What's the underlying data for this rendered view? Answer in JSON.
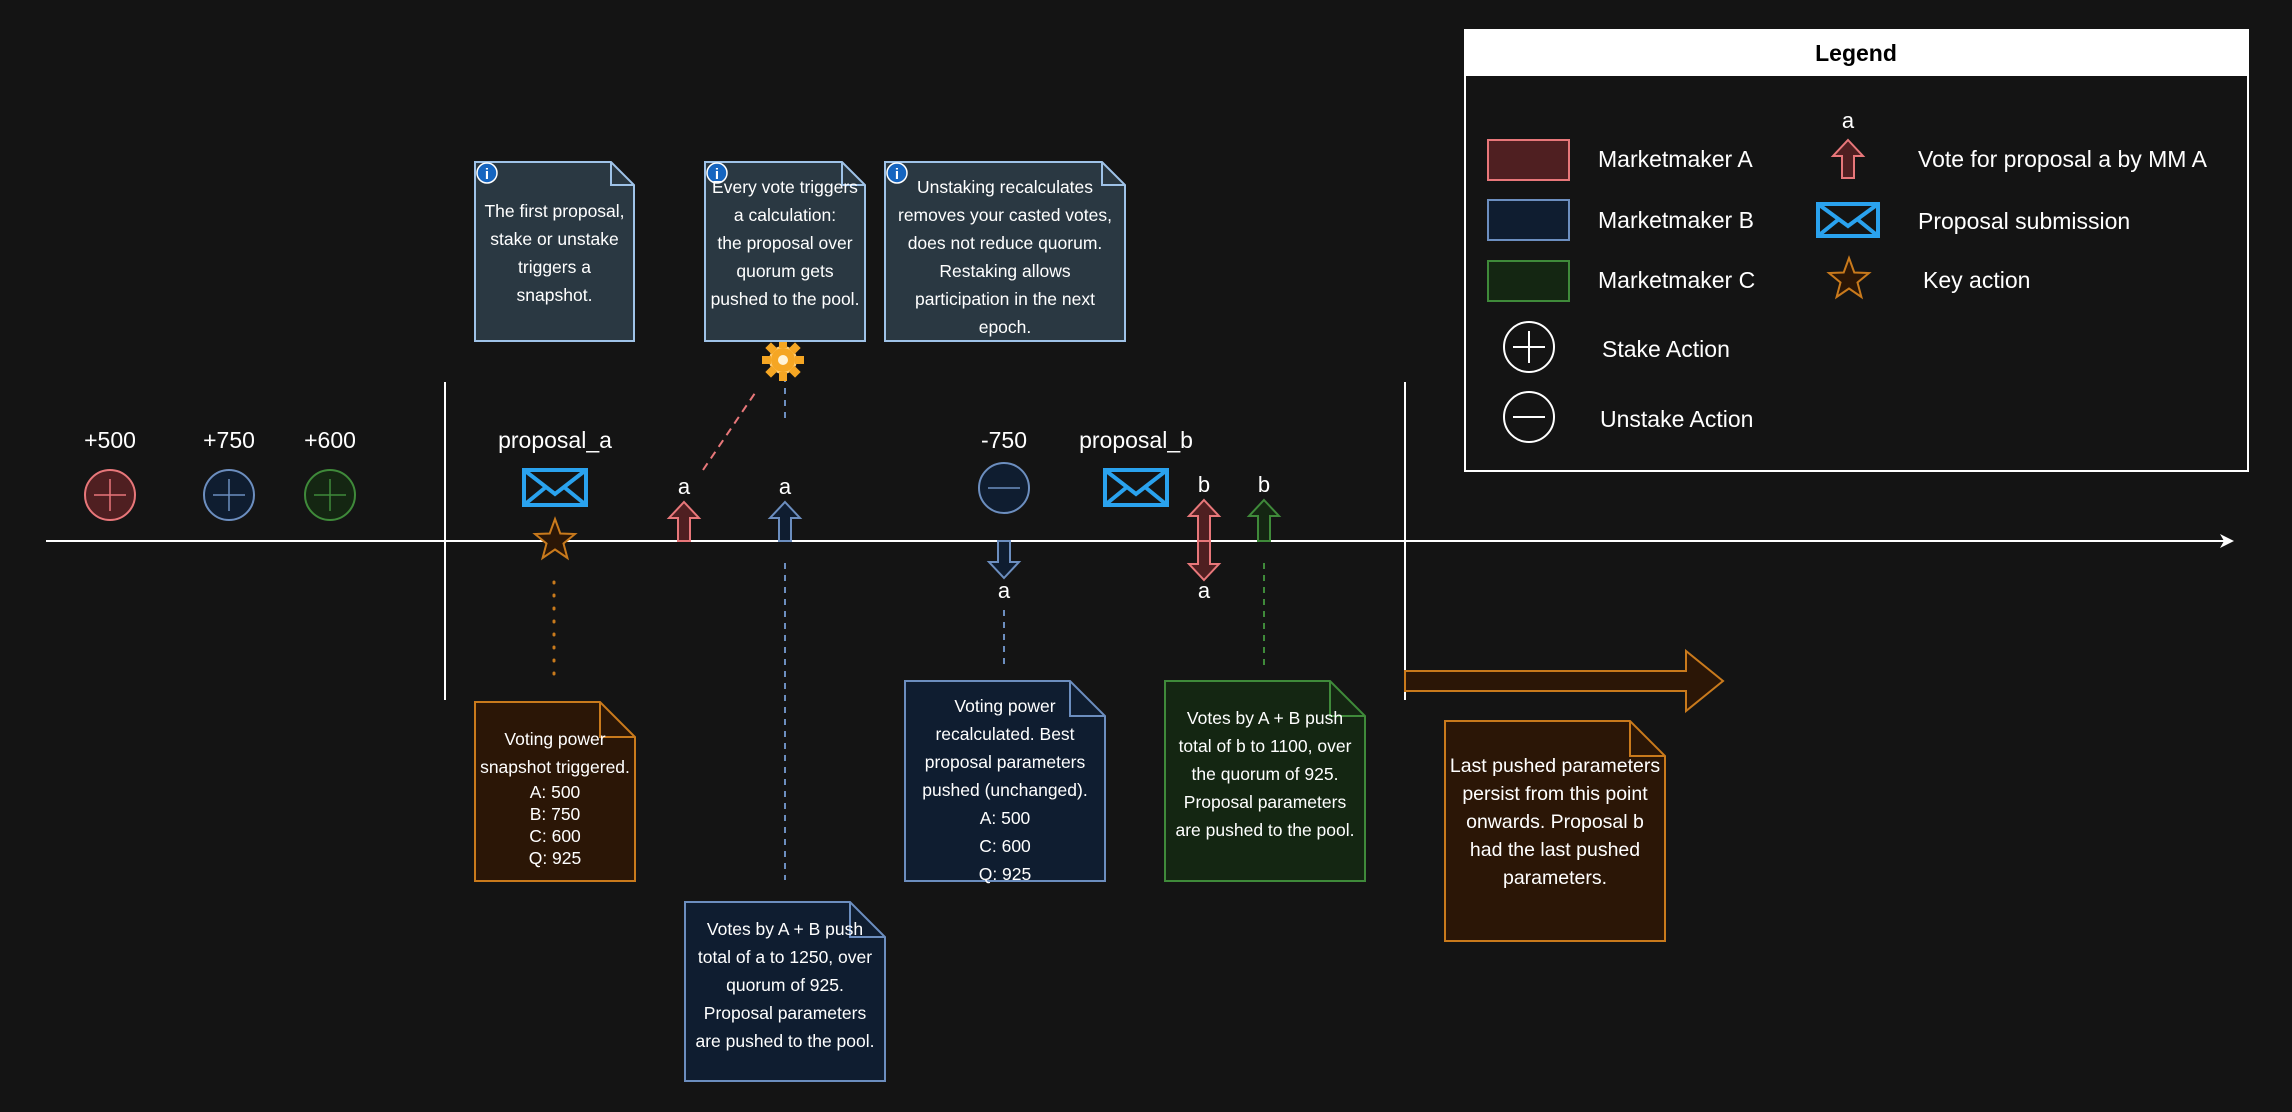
{
  "legend": {
    "title": "Legend",
    "items": {
      "mm_a": "Marketmaker A",
      "mm_b": "Marketmaker B",
      "mm_c": "Marketmaker C",
      "stake": "Stake Action",
      "unstake": "Unstake Action",
      "vote_letter": "a",
      "vote": "Vote for proposal a by MM A",
      "proposal": "Proposal submission",
      "key": "Key action"
    }
  },
  "timeline": {
    "stakes": [
      "+500",
      "+750",
      "+600"
    ],
    "proposal_a": "proposal_a",
    "unstake": "-750",
    "proposal_b": "proposal_b",
    "vote_letters": {
      "a1": "a",
      "a2": "a",
      "a_down": "a",
      "b1": "b",
      "b_down": "a",
      "b2": "b"
    }
  },
  "info_notes": {
    "snapshot": [
      "The first proposal,",
      "stake or unstake",
      "triggers a",
      "snapshot."
    ],
    "vote": [
      "Every vote triggers",
      "a calculation:",
      "the proposal over",
      "quorum gets",
      "pushed to the pool."
    ],
    "unstake": [
      "Unstaking recalculates",
      "removes your casted votes,",
      "does not reduce quorum.",
      "Restaking allows",
      "participation in the next",
      "epoch."
    ]
  },
  "bottom_notes": {
    "snapshot": [
      "Voting power",
      "snapshot triggered.",
      "A: 500",
      "B: 750",
      "C: 600",
      "Q: 925"
    ],
    "votes_a": [
      "Votes by A + B push",
      "total of a to 1250, over",
      "quorum of 925.",
      "Proposal parameters",
      "are pushed to the pool."
    ],
    "recalc": [
      "Voting power",
      "recalculated. Best",
      "proposal parameters",
      "pushed (unchanged).",
      "A: 500",
      "C: 600",
      "Q: 925"
    ],
    "votes_b": [
      "Votes by A + B push",
      "total of b to 1100, over",
      "the quorum of 925.",
      "Proposal parameters",
      "are pushed to the pool."
    ],
    "persist": [
      "Last pushed parameters",
      "persist from this point",
      "onwards. Proposal b",
      "had the last pushed",
      "parameters."
    ]
  },
  "colors": {
    "background": "#141414",
    "mm_a": "#e8777a",
    "mm_a_fill": "#4f1f21",
    "mm_b": "#6c8ebf",
    "mm_b_fill": "#0f1d30",
    "mm_c": "#3f8a3a",
    "mm_c_fill": "#142612",
    "orange": "#c97a1c",
    "orange_fill": "#2b1606",
    "info_fill": "#2a3842",
    "info_border": "#9fc3e8",
    "envelope": "#2aa2ee"
  },
  "icons": [
    "info-icon",
    "gear-icon",
    "envelope-icon",
    "star-icon",
    "plus-circle-icon",
    "minus-circle-icon",
    "arrow-up-icon",
    "arrow-down-icon",
    "arrow-right-icon"
  ]
}
